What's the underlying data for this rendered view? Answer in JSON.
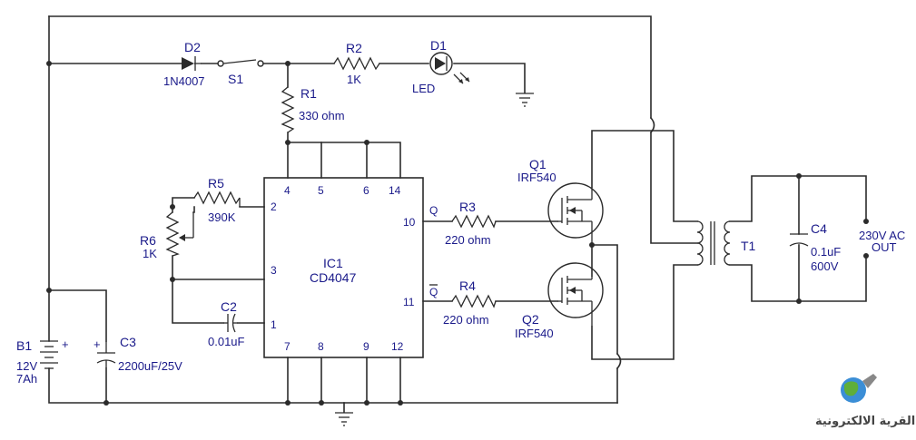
{
  "components": {
    "d2": {
      "ref": "D2",
      "value": "1N4007"
    },
    "s1": {
      "ref": "S1"
    },
    "r2": {
      "ref": "R2",
      "value": "1K"
    },
    "d1": {
      "ref": "D1",
      "value": "LED"
    },
    "r1": {
      "ref": "R1",
      "value": "330 ohm"
    },
    "r5": {
      "ref": "R5",
      "value": "390K"
    },
    "r6": {
      "ref": "R6",
      "value": "1K"
    },
    "c2": {
      "ref": "C2",
      "value": "0.01uF"
    },
    "ic1": {
      "ref": "IC1",
      "value": "CD4047"
    },
    "r3": {
      "ref": "R3",
      "value": "220 ohm"
    },
    "r4": {
      "ref": "R4",
      "value": "220 ohm"
    },
    "q1": {
      "ref": "Q1",
      "value": "IRF540"
    },
    "q2": {
      "ref": "Q2",
      "value": "IRF540"
    },
    "t1": {
      "ref": "T1"
    },
    "c4": {
      "ref": "C4",
      "value1": "0.1uF",
      "value2": "600V"
    },
    "b1": {
      "ref": "B1",
      "value1": "12V",
      "value2": "7Ah"
    },
    "c3": {
      "ref": "C3",
      "value": "2200uF/25V"
    },
    "out": {
      "line1": "230V AC",
      "line2": "OUT"
    }
  },
  "ic_pins": {
    "p4": "4",
    "p5": "5",
    "p6": "6",
    "p14": "14",
    "p2": "2",
    "p3": "3",
    "p1": "1",
    "p10": "10",
    "p11": "11",
    "p7": "7",
    "p8": "8",
    "p9": "9",
    "p12": "12",
    "q": "Q",
    "qbar": "Q"
  },
  "logo": {
    "text": "القرية الالكترونية"
  }
}
